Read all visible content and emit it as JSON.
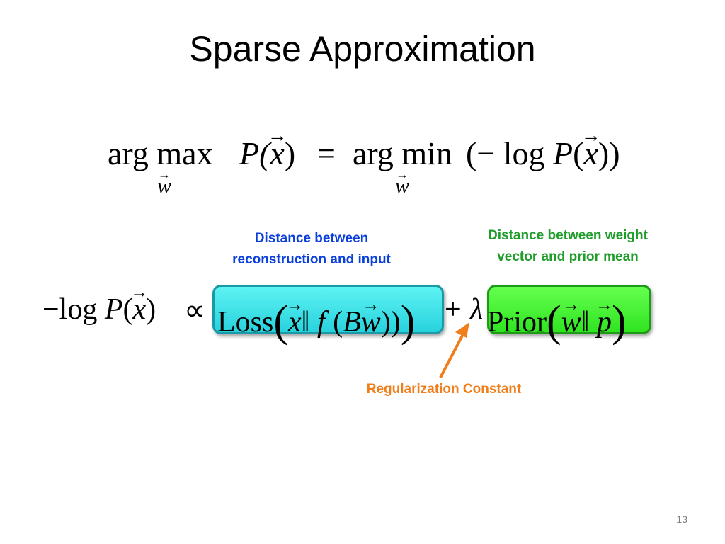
{
  "slide": {
    "title": "Sparse Approximation",
    "page_number": "13"
  },
  "equation1": {
    "argmax": "arg max",
    "p_open": "P(",
    "x": "x",
    "p_close": ")",
    "equals": "=",
    "argmin": "arg min",
    "rhs_open": "(− log ",
    "rhs_p": "P",
    "rhs_paren": "(",
    "rhs_x": "x",
    "rhs_close": "))",
    "sub_left": "w",
    "sub_right": "w"
  },
  "equation2": {
    "minus_log": "−log ",
    "p": "P",
    "open": "(",
    "x": "x",
    "close": ")",
    "propto": "∝",
    "loss": "Loss",
    "lparen": "(",
    "loss_x": "x",
    "parallel": "‖",
    "f": "f",
    "f_open": "(",
    "b": "B",
    "w": "w",
    "f_close": "))",
    "rparen": ")",
    "plus": "+",
    "lambda": "λ",
    "prior": "Prior",
    "prior_lparen": "(",
    "prior_w": "w",
    "prior_parallel": "‖",
    "prior_p": "p",
    "prior_rparen": ")"
  },
  "annotations": {
    "loss_note_line1": "Distance between",
    "loss_note_line2": "reconstruction and input",
    "prior_note_line1": "Distance between weight",
    "prior_note_line2": "vector and prior mean",
    "regularization": "Regularization Constant"
  },
  "colors": {
    "loss_note": "#0a3fdc",
    "prior_note": "#1f9c2a",
    "regularization": "#f07e1b",
    "loss_box": "#27d2dd",
    "prior_box": "#2fe421"
  }
}
